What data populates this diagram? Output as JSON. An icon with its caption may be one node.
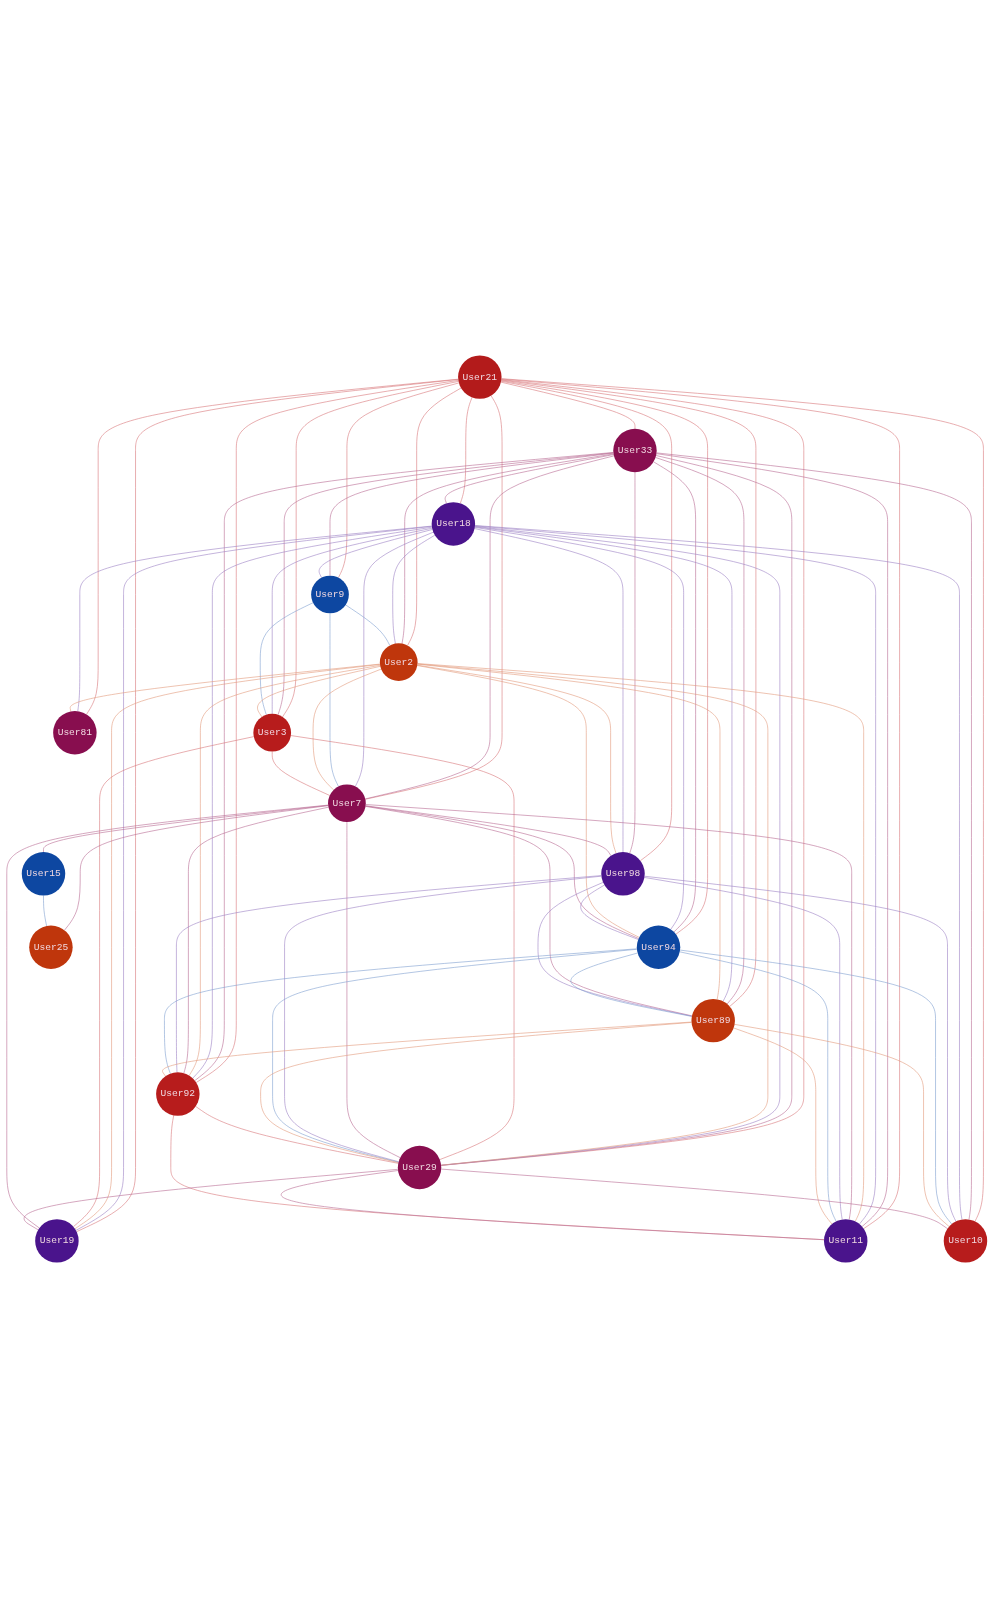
{
  "diagram": {
    "nodes": [
      {
        "text": [
          "User21"
        ]
      },
      {
        "text": [
          "User33"
        ]
      },
      {
        "text": [
          "User18"
        ]
      },
      {
        "text": [
          "User9"
        ]
      },
      {
        "text": [
          "User2"
        ]
      },
      {
        "text": [
          "User81"
        ]
      },
      {
        "text": [
          "User3"
        ]
      },
      {
        "text": [
          "User7"
        ]
      },
      {
        "text": [
          "User98"
        ]
      },
      {
        "text": [
          "User15"
        ]
      },
      {
        "text": [
          "User94"
        ]
      },
      {
        "text": [
          "User25"
        ]
      },
      {
        "text": [
          "User89"
        ]
      },
      {
        "text": [
          "User92"
        ]
      },
      {
        "text": [
          "User29"
        ]
      },
      {
        "text": [
          "User10"
        ]
      },
      {
        "text": [
          "User11"
        ]
      },
      {
        "text": [
          "User19"
        ]
      }
    ],
    "edges": [
      {
        "from": 0,
        "to": 1,
        "arrow": "none",
        "color": "#d9777a"
      },
      {
        "from": 0,
        "to": 2,
        "arrow": "none",
        "color": "#d9777a"
      },
      {
        "from": 0,
        "to": 4,
        "arrow": "none",
        "color": "#d9777a"
      },
      {
        "from": 0,
        "to": 3,
        "arrow": "none",
        "color": "#d9777a"
      },
      {
        "from": 0,
        "to": 6,
        "arrow": "none",
        "color": "#d9777a"
      },
      {
        "from": 0,
        "to": 7,
        "arrow": "none",
        "color": "#d9777a"
      },
      {
        "from": 0,
        "to": 14,
        "arrow": "none",
        "color": "#d9777a"
      },
      {
        "from": 0,
        "to": 17,
        "arrow": "none",
        "color": "#d9777a"
      },
      {
        "from": 0,
        "to": 15,
        "arrow": "none",
        "color": "#d9777a"
      },
      {
        "from": 0,
        "to": 16,
        "arrow": "none",
        "color": "#d9777a"
      },
      {
        "from": 0,
        "to": 12,
        "arrow": "none",
        "color": "#d9777a"
      },
      {
        "from": 0,
        "to": 13,
        "arrow": "none",
        "color": "#d9777a"
      },
      {
        "from": 0,
        "to": 8,
        "arrow": "none",
        "color": "#d9777a"
      },
      {
        "from": 0,
        "to": 5,
        "arrow": "none",
        "color": "#d9777a"
      },
      {
        "from": 0,
        "to": 10,
        "arrow": "none",
        "color": "#d9777a"
      },
      {
        "from": 1,
        "to": 2,
        "arrow": "none",
        "color": "#b86b94"
      },
      {
        "from": 1,
        "to": 3,
        "arrow": "none",
        "color": "#b86b94"
      },
      {
        "from": 1,
        "to": 6,
        "arrow": "none",
        "color": "#b86b94"
      },
      {
        "from": 1,
        "to": 7,
        "arrow": "none",
        "color": "#b86b94"
      },
      {
        "from": 1,
        "to": 4,
        "arrow": "none",
        "color": "#b86b94"
      },
      {
        "from": 1,
        "to": 8,
        "arrow": "none",
        "color": "#b86b94"
      },
      {
        "from": 1,
        "to": 10,
        "arrow": "none",
        "color": "#b86b94"
      },
      {
        "from": 1,
        "to": 12,
        "arrow": "none",
        "color": "#b86b94"
      },
      {
        "from": 1,
        "to": 13,
        "arrow": "none",
        "color": "#b86b94"
      },
      {
        "from": 1,
        "to": 14,
        "arrow": "none",
        "color": "#b86b94"
      },
      {
        "from": 1,
        "to": 15,
        "arrow": "none",
        "color": "#b86b94"
      },
      {
        "from": 1,
        "to": 16,
        "arrow": "none",
        "color": "#b86b94"
      },
      {
        "from": 2,
        "to": 3,
        "arrow": "none",
        "color": "#9c82c4"
      },
      {
        "from": 2,
        "to": 4,
        "arrow": "none",
        "color": "#9c82c4"
      },
      {
        "from": 2,
        "to": 5,
        "arrow": "none",
        "color": "#9c82c4"
      },
      {
        "from": 2,
        "to": 6,
        "arrow": "none",
        "color": "#9c82c4"
      },
      {
        "from": 2,
        "to": 7,
        "arrow": "none",
        "color": "#9c82c4"
      },
      {
        "from": 2,
        "to": 17,
        "arrow": "none",
        "color": "#9c82c4"
      },
      {
        "from": 2,
        "to": 8,
        "arrow": "none",
        "color": "#9c82c4"
      },
      {
        "from": 2,
        "to": 10,
        "arrow": "none",
        "color": "#9c82c4"
      },
      {
        "from": 2,
        "to": 13,
        "arrow": "none",
        "color": "#9c82c4"
      },
      {
        "from": 2,
        "to": 12,
        "arrow": "none",
        "color": "#9c82c4"
      },
      {
        "from": 2,
        "to": 14,
        "arrow": "none",
        "color": "#9c82c4"
      },
      {
        "from": 2,
        "to": 15,
        "arrow": "none",
        "color": "#9c82c4"
      },
      {
        "from": 2,
        "to": 16,
        "arrow": "none",
        "color": "#9c82c4"
      },
      {
        "from": 3,
        "to": 4,
        "arrow": "none",
        "color": "#7f9fd0"
      },
      {
        "from": 3,
        "to": 6,
        "arrow": "none",
        "color": "#7f9fd0"
      },
      {
        "from": 3,
        "to": 7,
        "arrow": "none",
        "color": "#7f9fd0"
      },
      {
        "from": 4,
        "to": 5,
        "arrow": "none",
        "color": "#e39a7c"
      },
      {
        "from": 4,
        "to": 6,
        "arrow": "none",
        "color": "#e39a7c"
      },
      {
        "from": 4,
        "to": 7,
        "arrow": "none",
        "color": "#e39a7c"
      },
      {
        "from": 4,
        "to": 8,
        "arrow": "none",
        "color": "#e39a7c"
      },
      {
        "from": 4,
        "to": 12,
        "arrow": "none",
        "color": "#e39a7c"
      },
      {
        "from": 4,
        "to": 10,
        "arrow": "none",
        "color": "#e39a7c"
      },
      {
        "from": 4,
        "to": 13,
        "arrow": "none",
        "color": "#e39a7c"
      },
      {
        "from": 4,
        "to": 14,
        "arrow": "none",
        "color": "#e39a7c"
      },
      {
        "from": 4,
        "to": 17,
        "arrow": "none",
        "color": "#e39a7c"
      },
      {
        "from": 4,
        "to": 16,
        "arrow": "none",
        "color": "#e39a7c"
      },
      {
        "from": 6,
        "to": 7,
        "arrow": "none",
        "color": "#d9777a"
      },
      {
        "from": 6,
        "to": 14,
        "arrow": "none",
        "color": "#d9777a"
      },
      {
        "from": 6,
        "to": 17,
        "arrow": "none",
        "color": "#d9777a"
      },
      {
        "from": 7,
        "to": 9,
        "arrow": "none",
        "color": "#b86b94"
      },
      {
        "from": 7,
        "to": 11,
        "arrow": "none",
        "color": "#b86b94"
      },
      {
        "from": 7,
        "to": 8,
        "arrow": "none",
        "color": "#b86b94"
      },
      {
        "from": 7,
        "to": 10,
        "arrow": "none",
        "color": "#b86b94"
      },
      {
        "from": 7,
        "to": 12,
        "arrow": "none",
        "color": "#b86b94"
      },
      {
        "from": 7,
        "to": 13,
        "arrow": "none",
        "color": "#b86b94"
      },
      {
        "from": 7,
        "to": 14,
        "arrow": "none",
        "color": "#b86b94"
      },
      {
        "from": 7,
        "to": 17,
        "arrow": "none",
        "color": "#b86b94"
      },
      {
        "from": 7,
        "to": 16,
        "arrow": "none",
        "color": "#b86b94"
      },
      {
        "from": 9,
        "to": 11,
        "arrow": "none",
        "color": "#7f9fd0"
      },
      {
        "from": 8,
        "to": 10,
        "arrow": "none",
        "color": "#9c82c4"
      },
      {
        "from": 8,
        "to": 12,
        "arrow": "none",
        "color": "#9c82c4"
      },
      {
        "from": 8,
        "to": 13,
        "arrow": "none",
        "color": "#9c82c4"
      },
      {
        "from": 8,
        "to": 14,
        "arrow": "none",
        "color": "#9c82c4"
      },
      {
        "from": 8,
        "to": 15,
        "arrow": "none",
        "color": "#9c82c4"
      },
      {
        "from": 8,
        "to": 16,
        "arrow": "none",
        "color": "#9c82c4"
      },
      {
        "from": 10,
        "to": 12,
        "arrow": "none",
        "color": "#7f9fd0"
      },
      {
        "from": 10,
        "to": 13,
        "arrow": "none",
        "color": "#7f9fd0"
      },
      {
        "from": 10,
        "to": 14,
        "arrow": "none",
        "color": "#7f9fd0"
      },
      {
        "from": 10,
        "to": 16,
        "arrow": "none",
        "color": "#7f9fd0"
      },
      {
        "from": 10,
        "to": 15,
        "arrow": "none",
        "color": "#7f9fd0"
      },
      {
        "from": 12,
        "to": 13,
        "arrow": "none",
        "color": "#e39a7c"
      },
      {
        "from": 12,
        "to": 14,
        "arrow": "none",
        "color": "#e39a7c"
      },
      {
        "from": 12,
        "to": 15,
        "arrow": "none",
        "color": "#e39a7c"
      },
      {
        "from": 12,
        "to": 16,
        "arrow": "none",
        "color": "#e39a7c"
      },
      {
        "from": 13,
        "to": 14,
        "arrow": "none",
        "color": "#d9777a"
      },
      {
        "from": 13,
        "to": 16,
        "arrow": "none",
        "color": "#d9777a"
      },
      {
        "from": 14,
        "to": 15,
        "arrow": "none",
        "color": "#b86b94"
      },
      {
        "from": 14,
        "to": 16,
        "arrow": "none",
        "color": "#b86b94"
      },
      {
        "from": 14,
        "to": 17,
        "arrow": "none",
        "color": "#b86b94"
      }
    ]
  }
}
